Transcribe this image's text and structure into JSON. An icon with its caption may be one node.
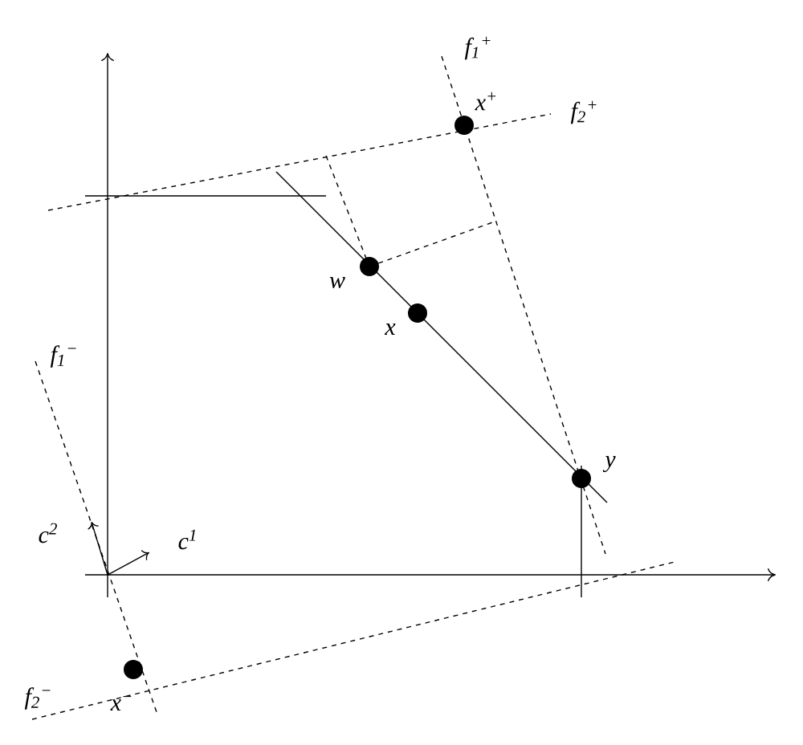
{
  "diagram": {
    "nodes": [
      {
        "text": [],
        "shape": "circle",
        "beside": [
          "x$^{+}$"
        ]
      },
      {
        "text": [],
        "shape": "circle",
        "beside": [
          "w"
        ]
      },
      {
        "text": [],
        "shape": "circle",
        "beside": [
          "x"
        ]
      },
      {
        "text": [],
        "shape": "circle",
        "beside": [
          "y"
        ]
      },
      {
        "text": [],
        "shape": "circle",
        "beside": [
          "x$^{−}$"
        ]
      }
    ],
    "labels": [
      "f$_{1}$$^{+}$",
      "f$_{2}$$^{+}$",
      "f$_{1}$$^{−}$",
      "c$^{2}$",
      "c$^{1}$",
      "f$_{2}$$^{−}$"
    ]
  }
}
